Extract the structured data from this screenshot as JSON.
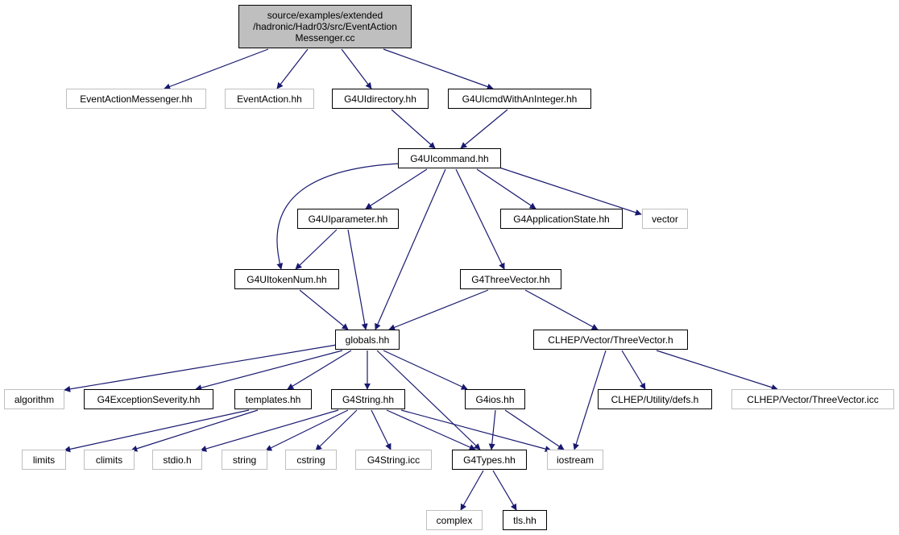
{
  "colors": {
    "edge": "#191970",
    "node_border": "#000000",
    "missing_border": "#bfbfbf",
    "root_fill": "#bfbfbf"
  },
  "root": {
    "line1": "source/examples/extended",
    "line2": "/hadronic/Hadr03/src/EventAction",
    "line3": "Messenger.cc"
  },
  "nodes": {
    "eam_hh": "EventActionMessenger.hh",
    "ea_hh": "EventAction.hh",
    "g4uidir": "G4UIdirectory.hh",
    "g4uicmdint": "G4UIcmdWithAnInteger.hh",
    "g4uicommand": "G4UIcommand.hh",
    "g4uiparameter": "G4UIparameter.hh",
    "g4appstate": "G4ApplicationState.hh",
    "vector": "vector",
    "g4uitokennum": "G4UItokenNum.hh",
    "g4threevector": "G4ThreeVector.hh",
    "globals": "globals.hh",
    "clhep_threevector_h": "CLHEP/Vector/ThreeVector.h",
    "algorithm": "algorithm",
    "g4exceptionseverity": "G4ExceptionSeverity.hh",
    "templates": "templates.hh",
    "g4string": "G4String.hh",
    "g4ios": "G4ios.hh",
    "clhep_defs": "CLHEP/Utility/defs.h",
    "clhep_threevector_icc": "CLHEP/Vector/ThreeVector.icc",
    "limits": "limits",
    "climits": "climits",
    "stdio": "stdio.h",
    "string": "string",
    "cstring": "cstring",
    "g4string_icc": "G4String.icc",
    "g4types": "G4Types.hh",
    "iostream": "iostream",
    "complex": "complex",
    "tls": "tls.hh"
  }
}
